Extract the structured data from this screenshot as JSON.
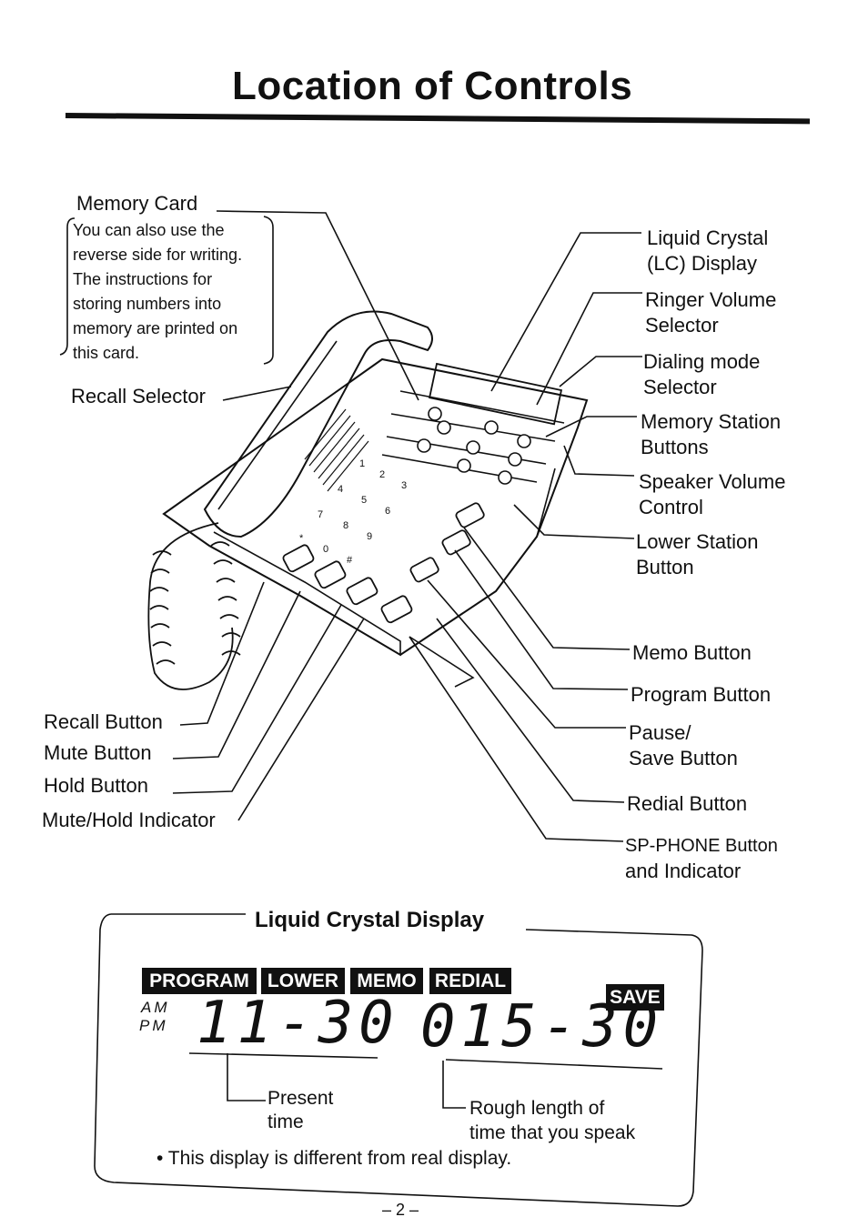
{
  "page_title": "Location of Controls",
  "memory_card": {
    "label": "Memory Card",
    "note_lines": [
      "You can also use the",
      "reverse side for writing.",
      "The instructions for",
      "storing numbers into",
      "memory are printed on",
      "this card."
    ]
  },
  "left_labels": {
    "recall_selector": "Recall Selector",
    "recall_button": "Recall Button",
    "mute_button": "Mute Button",
    "hold_button": "Hold Button",
    "mute_hold_indicator": "Mute/Hold Indicator"
  },
  "right_labels": {
    "lc_display": [
      "Liquid Crystal",
      "(LC) Display"
    ],
    "ringer_volume": [
      "Ringer Volume",
      "Selector"
    ],
    "dialing_mode": [
      "Dialing mode",
      "Selector"
    ],
    "memory_station": [
      "Memory Station",
      "Buttons"
    ],
    "speaker_volume": [
      "Speaker Volume",
      "Control"
    ],
    "lower_station": [
      "Lower Station",
      "Button"
    ],
    "memo_button": "Memo Button",
    "program_button": "Program Button",
    "pause_save": [
      "Pause/",
      "Save Button"
    ],
    "redial_button": "Redial Button",
    "sp_phone": [
      "SP-PHONE Button",
      "and Indicator"
    ]
  },
  "keypad": [
    "1",
    "2",
    "3",
    "4",
    "5",
    "6",
    "7",
    "8",
    "9",
    "*",
    "0",
    "#"
  ],
  "lcd": {
    "title": "Liquid Crystal Display",
    "tags": [
      "PROGRAM",
      "LOWER",
      "MEMO",
      "REDIAL",
      "SAVE"
    ],
    "am": "AM",
    "pm": "PM",
    "time_digits": "11-30",
    "length_digits": "015-30",
    "present_time": [
      "Present",
      "time"
    ],
    "rough_length": [
      "Rough length of",
      "time that you speak"
    ],
    "footnote": "• This display is different from real display."
  },
  "page_number": "– 2 –"
}
